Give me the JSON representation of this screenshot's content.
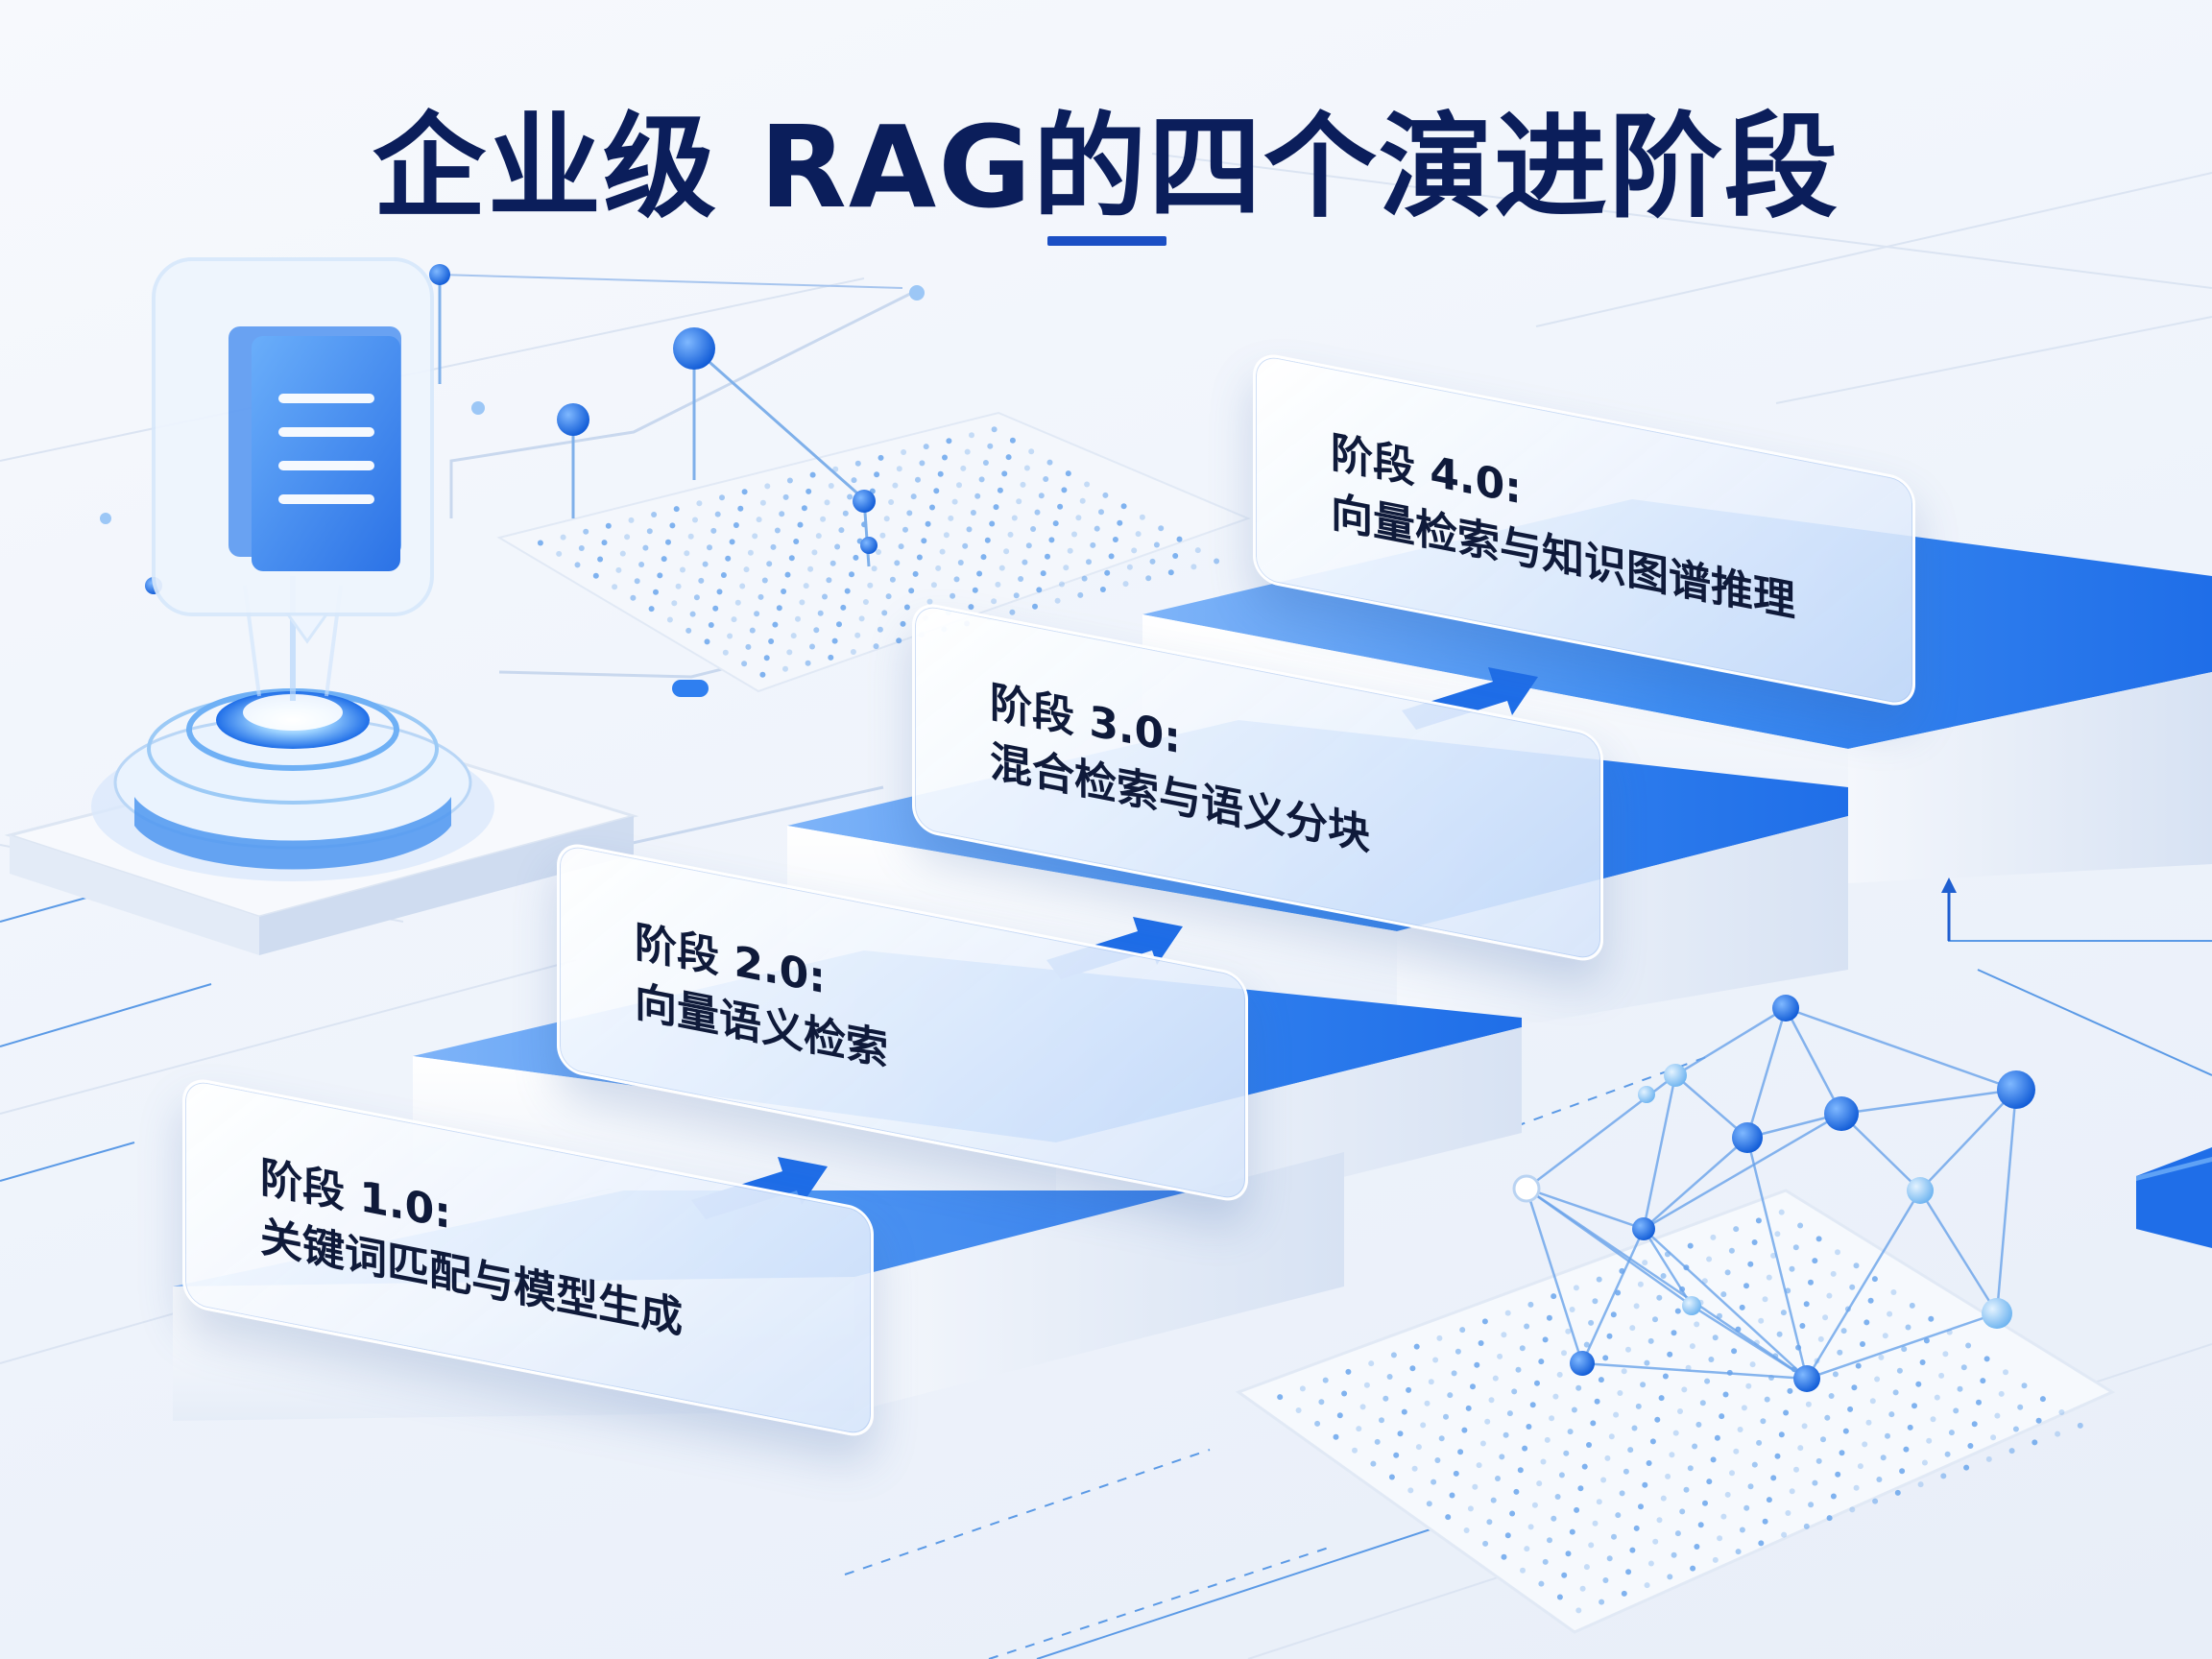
{
  "title": "企业级 RAG的四个演进阶段",
  "stages": [
    {
      "label": "阶段 1.0:",
      "description": "关键词匹配与模型生成"
    },
    {
      "label": "阶段 2.0:",
      "description": "向量语义检索"
    },
    {
      "label": "阶段 3.0:",
      "description": "混合检索与语义分块"
    },
    {
      "label": "阶段 4.0:",
      "description": "向量检索与知识图谱推理"
    }
  ],
  "colors": {
    "title": "#0b1e5b",
    "accent": "#1b4fc4",
    "step_blue": "#2f7ff0",
    "step_white": "#ffffff",
    "node_blue": "#1f6ee8",
    "node_light": "#8cc4f4"
  },
  "icons": {
    "document": "document-icon",
    "network": "knowledge-graph-icon",
    "arrow": "arrow-up-right-icon"
  }
}
